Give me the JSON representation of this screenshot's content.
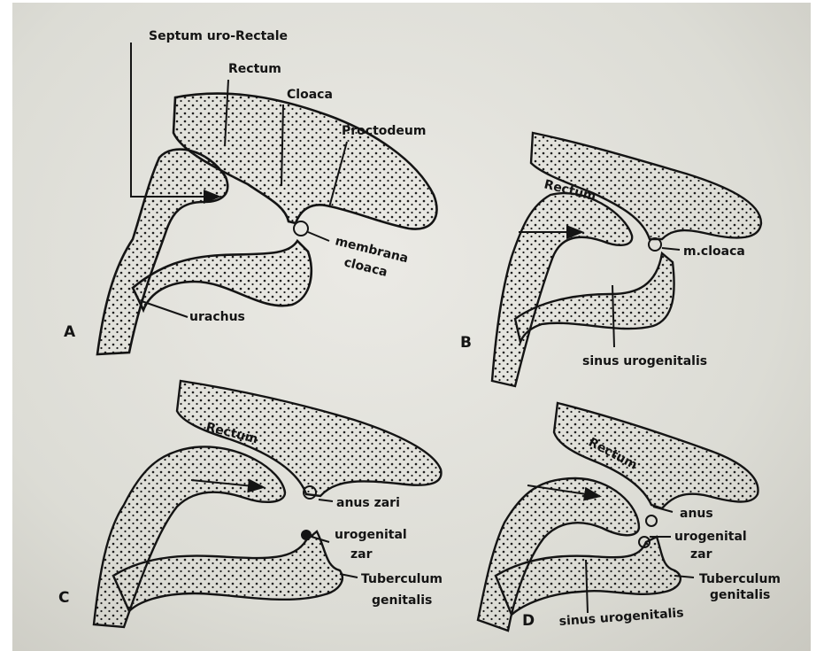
{
  "figure": {
    "panel_a": {
      "letter": "A",
      "labels": {
        "septum": "Septum uro-Rectale",
        "rectum": "Rectum",
        "cloaca": "Cloaca",
        "proctodeum": "Proctodeum",
        "membrana_1": "membrana",
        "membrana_2": "cloaca",
        "urachus": "urachus"
      }
    },
    "panel_b": {
      "letter": "B",
      "labels": {
        "rectum": "Rectum",
        "m_cloaca": "m.cloaca",
        "sinus": "sinus urogenitalis"
      }
    },
    "panel_c": {
      "letter": "C",
      "labels": {
        "rectum": "Rectum",
        "anus": "anus zari",
        "urogenital_1": "urogenital",
        "urogenital_2": "zar",
        "tuberculum_1": "Tuberculum",
        "tuberculum_2": "genitalis"
      }
    },
    "panel_d": {
      "letter": "D",
      "labels": {
        "rectum": "Rectum",
        "anus": "anus",
        "urogenital_1": "urogenital",
        "urogenital_2": "zar",
        "tuberculum_1": "Tuberculum",
        "tuberculum_2": "genitalis",
        "sinus": "sinus urogenitalis"
      }
    }
  }
}
